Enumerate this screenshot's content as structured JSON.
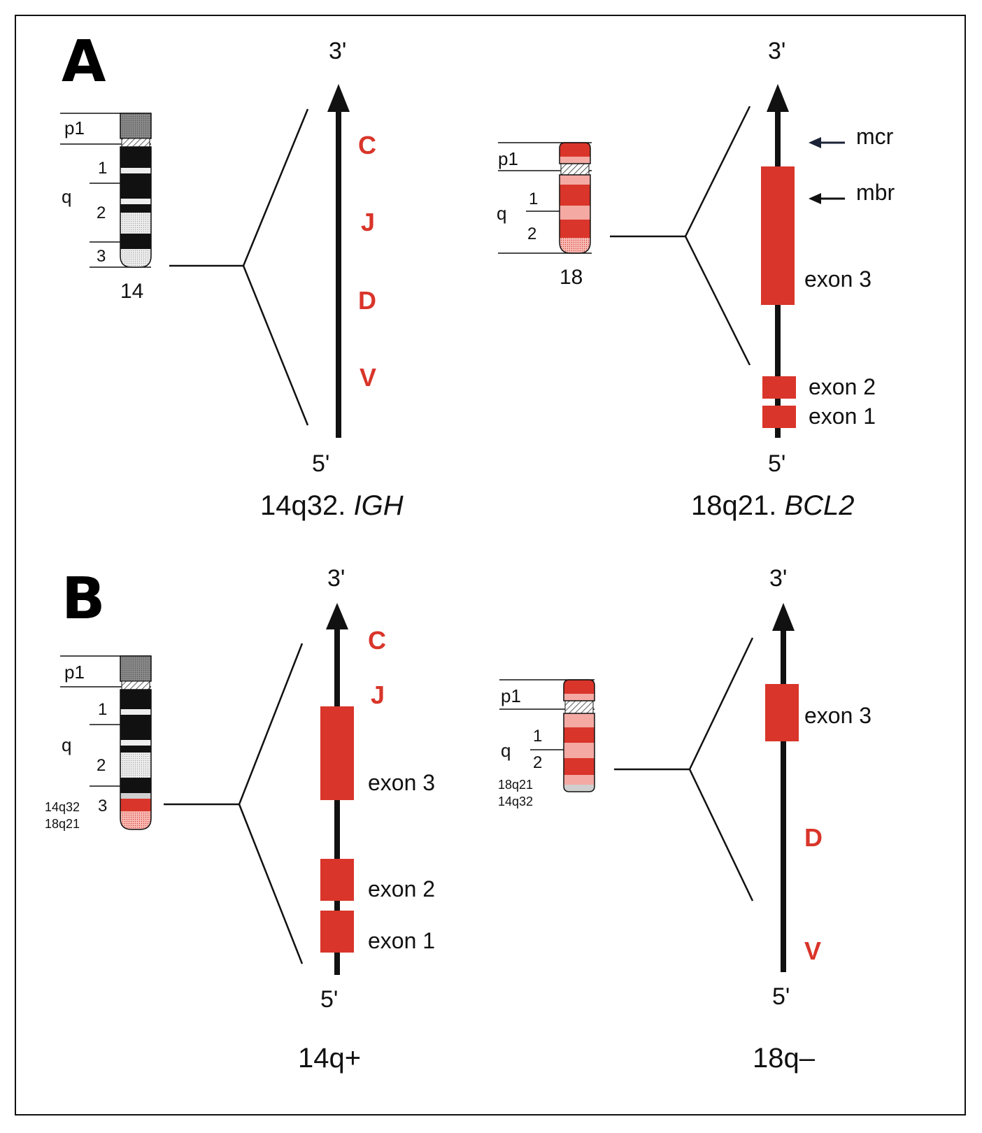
{
  "panels": {
    "a": {
      "letter": "A",
      "left": {
        "chromosome_number": "14",
        "p_label": "p1",
        "q_label": "q",
        "bands": [
          "1",
          "2",
          "3"
        ],
        "end_top": "3'",
        "end_bottom": "5'",
        "segments": [
          "C",
          "J",
          "D",
          "V"
        ],
        "caption_prefix": "14q32.",
        "caption_gene": "IGH"
      },
      "right": {
        "chromosome_number": "18",
        "p_label": "p1",
        "q_label": "q",
        "bands": [
          "1",
          "2"
        ],
        "end_top": "3'",
        "end_bottom": "5'",
        "exons": [
          "exon 3",
          "exon 2",
          "exon 1"
        ],
        "arrows": [
          "mcr",
          "mbr"
        ],
        "caption_prefix": "18q21.",
        "caption_gene": "BCL2"
      }
    },
    "b": {
      "letter": "B",
      "left": {
        "p_label": "p1",
        "q_label": "q",
        "bands": [
          "1",
          "2",
          "3"
        ],
        "junction_top": "14q32",
        "junction_bottom": "18q21",
        "end_top": "3'",
        "end_bottom": "5'",
        "segments": [
          "C",
          "J"
        ],
        "exons": [
          "exon 3",
          "exon 2",
          "exon 1"
        ],
        "caption": "14q+"
      },
      "right": {
        "p_label": "p1",
        "q_label": "q",
        "bands": [
          "1",
          "2"
        ],
        "junction_top": "18q21",
        "junction_bottom": "14q32",
        "end_top": "3'",
        "end_bottom": "5'",
        "exons": [
          "exon 3"
        ],
        "segments": [
          "D",
          "V"
        ],
        "caption": "18q–"
      }
    }
  },
  "colors": {
    "gene_red": "#d9352a",
    "light_red": "#f4a9a3",
    "dark_band": "#111111",
    "grey_band": "#8c8c8c"
  }
}
